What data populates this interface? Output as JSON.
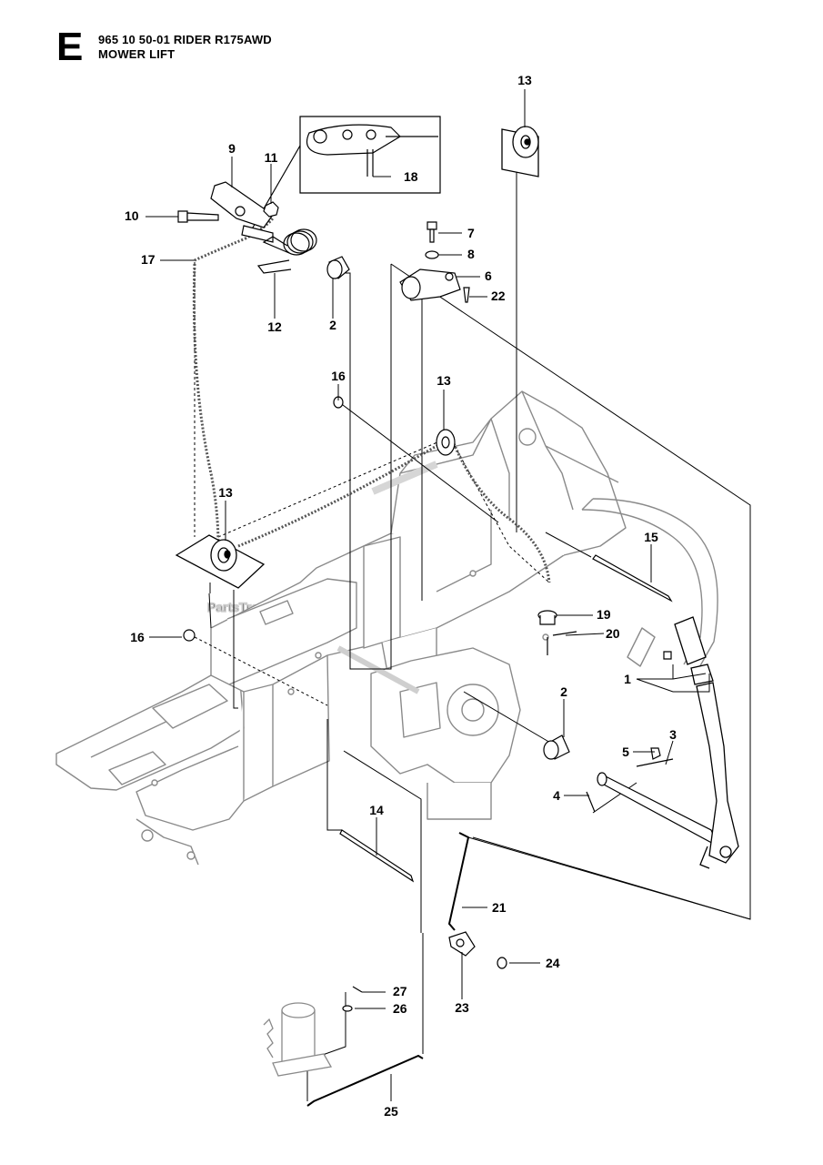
{
  "header": {
    "section_letter": "E",
    "model_line": "965 10 50-01 RIDER R175AWD",
    "assembly_title": "MOWER LIFT"
  },
  "watermark": "PartsTree",
  "callouts": [
    "1",
    "2",
    "2",
    "3",
    "4",
    "5",
    "6",
    "7",
    "8",
    "9",
    "10",
    "11",
    "12",
    "13",
    "13",
    "13",
    "14",
    "15",
    "16",
    "16",
    "17",
    "18",
    "19",
    "20",
    "21",
    "22",
    "23",
    "24",
    "25",
    "26",
    "27"
  ],
  "colors": {
    "line": "#000000",
    "part_fill": "#ffffff",
    "part_outline": "#8a8a8a",
    "watermark": "#d9d9d9"
  }
}
